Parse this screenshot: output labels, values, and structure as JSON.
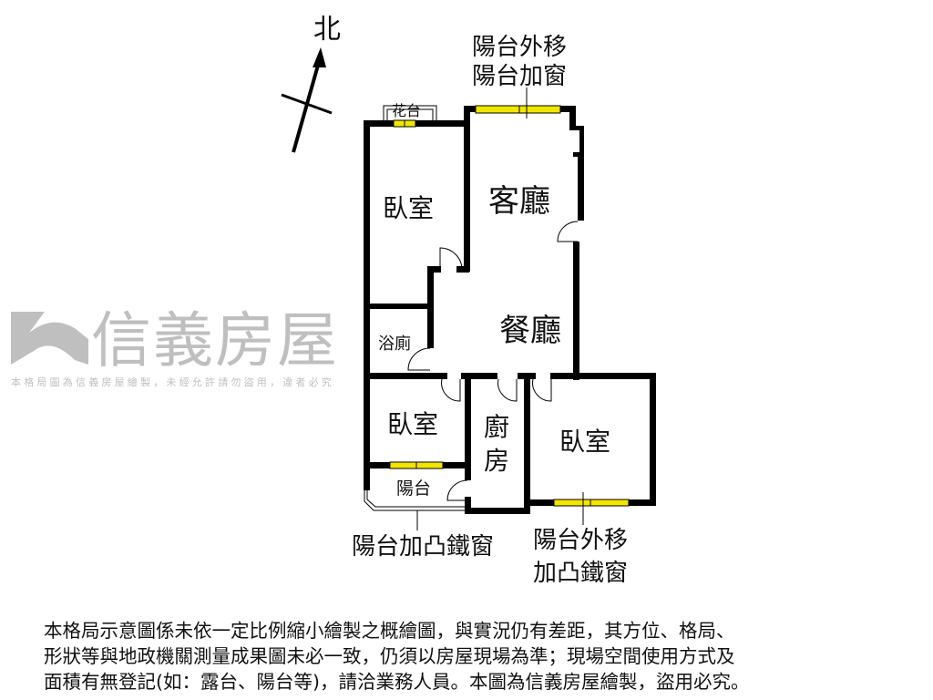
{
  "compass": {
    "north_label": "北"
  },
  "rooms": {
    "bedroom_top_left": "臥室",
    "living_room": "客廳",
    "dining_room": "餐廳",
    "bathroom": "浴廁",
    "bedroom_lower_left": "臥室",
    "kitchen_line1": "廚",
    "kitchen_line2": "房",
    "bedroom_right": "臥室",
    "balcony": "陽台",
    "planter": "花台"
  },
  "annotations": {
    "top_line1": "陽台外移",
    "top_line2": "陽台加窗",
    "bottom_left": "陽台加凸鐵窗",
    "bottom_right_line1": "陽台外移",
    "bottom_right_line2": "加凸鐵窗"
  },
  "watermark": {
    "brand": "信義房屋",
    "notice": "本格局圖為信義房屋繪製，未經允許請勿盜用，違者必究"
  },
  "disclaimer": [
    "本格局示意圖係未依一定比例縮小繪製之概繪圖，與實況仍有差距，其方位、格局、",
    "形狀等與地政機關測量成果圖未必一致，仍須以房屋現場為準；現場空間使用方式及",
    "面積有無登記(如：露台、陽台等)，請洽業務人員。本圖為信義房屋繪製，盜用必究。"
  ],
  "colors": {
    "wall": "#000000",
    "window": "#f2e600",
    "watermark": "#9a9a9a"
  }
}
